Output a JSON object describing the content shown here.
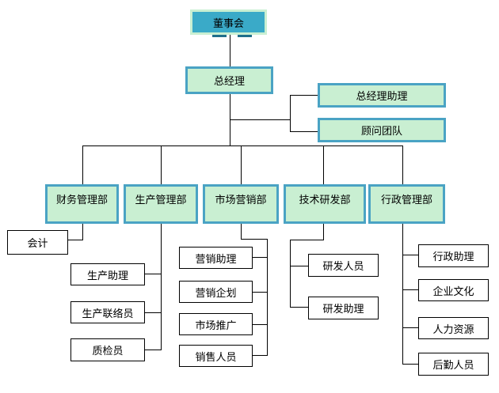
{
  "board": "董事会",
  "gm": "总经理",
  "gm_assistant": "总经理助理",
  "advisory_team": "顾问团队",
  "departments": {
    "finance": "财务管理部",
    "production": "生产管理部",
    "marketing": "市场营销部",
    "tech": "技术研发部",
    "admin": "行政管理部"
  },
  "finance_children": [
    "会计"
  ],
  "production_children": [
    "生产助理",
    "生产联络员",
    "质检员"
  ],
  "marketing_children": [
    "营销助理",
    "营销企划",
    "市场推广",
    "销售人员"
  ],
  "tech_children": [
    "研发人员",
    "研发助理"
  ],
  "admin_children": [
    "行政助理",
    "企业文化",
    "人力资源",
    "后勤人员"
  ]
}
